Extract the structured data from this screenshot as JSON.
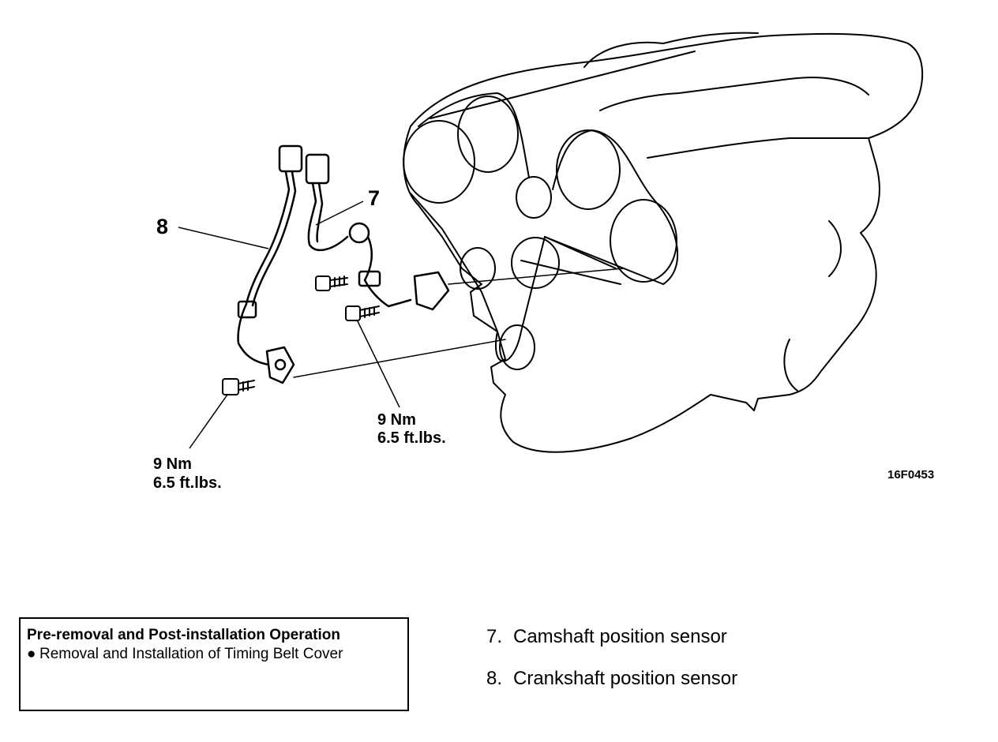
{
  "callouts": {
    "camshaft_number": "7",
    "crankshaft_number": "8"
  },
  "torque_specs": {
    "crankshaft_bolt": {
      "nm": "9 Nm",
      "ftlbs": "6.5 ft.lbs."
    },
    "camshaft_bolt": {
      "nm": "9 Nm",
      "ftlbs": "6.5 ft.lbs."
    }
  },
  "figure_code": "16F0453",
  "operation_box": {
    "title": "Pre-removal and Post-installation Operation",
    "bullet": "●",
    "item": "Removal and Installation of Timing Belt Cover"
  },
  "legend": [
    {
      "number": "7.",
      "label": "Camshaft position sensor"
    },
    {
      "number": "8.",
      "label": "Crankshaft position sensor"
    }
  ],
  "colors": {
    "ink": "#000000",
    "paper": "#ffffff"
  }
}
